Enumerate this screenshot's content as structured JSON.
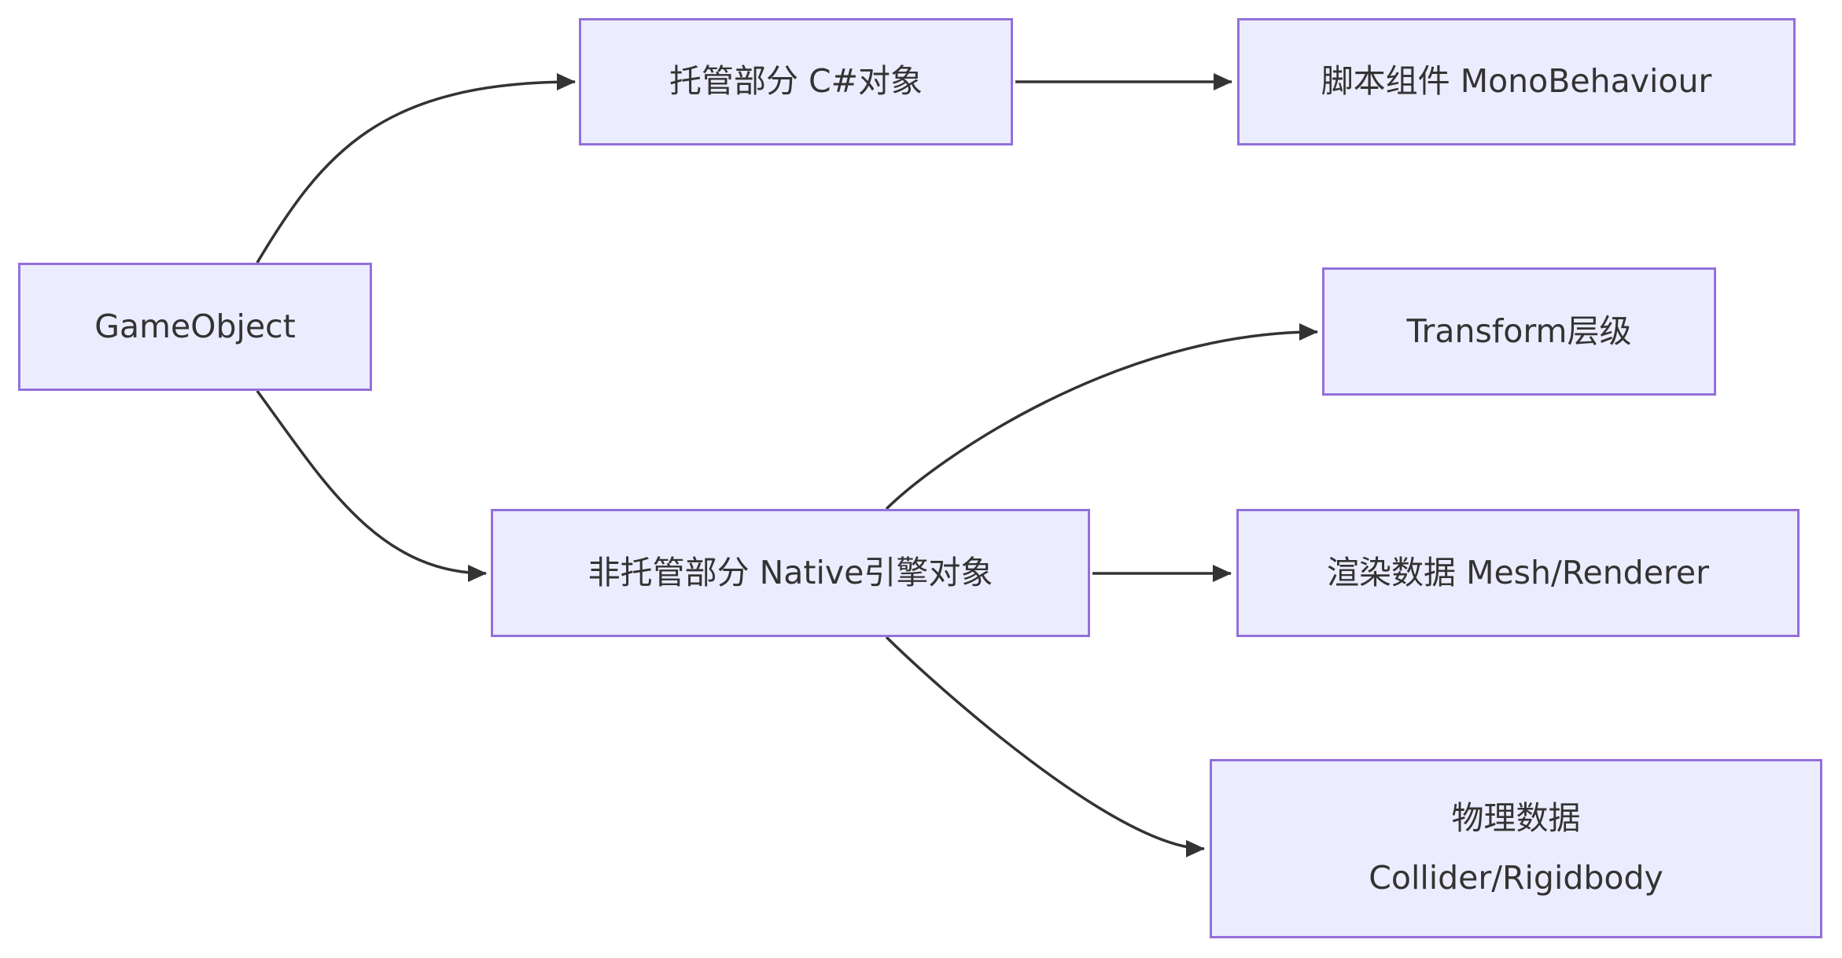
{
  "diagram": {
    "type": "flowchart",
    "direction": "LR",
    "background_color": "#FFFFFF",
    "node_fill_color": "#ECECFF",
    "node_border_color": "#9370DB",
    "edge_line_color": "#333333",
    "arrowhead_color": "#333333",
    "text_color": "#333333"
  },
  "nodes": {
    "gameobject": {
      "label": "GameObject"
    },
    "managed": {
      "label": "托管部分 C#对象"
    },
    "mono": {
      "label": "脚本组件 MonoBehaviour"
    },
    "unmanaged": {
      "label": "非托管部分 Native引擎对象"
    },
    "transform": {
      "label": "Transform层级"
    },
    "render": {
      "label": "渲染数据 Mesh/Renderer"
    },
    "physics": {
      "lines": [
        "物理数据",
        "Collider/Rigidbody"
      ]
    }
  },
  "edges": [
    {
      "from": "GameObject",
      "to": "托管部分 C#对象"
    },
    {
      "from": "GameObject",
      "to": "非托管部分 Native引擎对象"
    },
    {
      "from": "托管部分 C#对象",
      "to": "脚本组件 MonoBehaviour"
    },
    {
      "from": "非托管部分 Native引擎对象",
      "to": "Transform层级"
    },
    {
      "from": "非托管部分 Native引擎对象",
      "to": "渲染数据 Mesh/Renderer"
    },
    {
      "from": "非托管部分 Native引擎对象",
      "to": "物理数据 Collider/Rigidbody"
    }
  ]
}
